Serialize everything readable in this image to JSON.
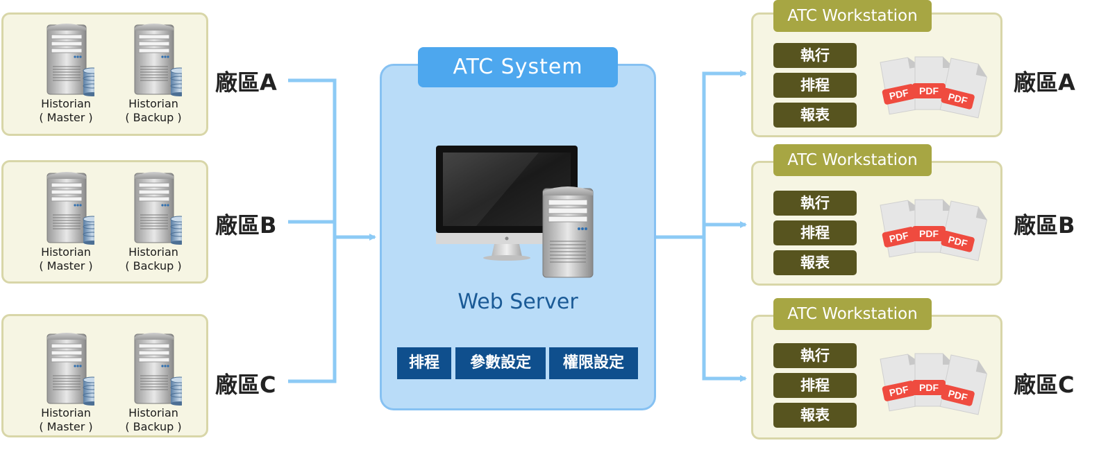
{
  "left_plants": [
    {
      "name": "廠區A",
      "servers": [
        {
          "line1": "Historian",
          "line2": "( Master )"
        },
        {
          "line1": "Historian",
          "line2": "( Backup )"
        }
      ]
    },
    {
      "name": "廠區B",
      "servers": [
        {
          "line1": "Historian",
          "line2": "( Master )"
        },
        {
          "line1": "Historian",
          "line2": "( Backup )"
        }
      ]
    },
    {
      "name": "廠區C",
      "servers": [
        {
          "line1": "Historian",
          "line2": "( Master )"
        },
        {
          "line1": "Historian",
          "line2": "( Backup )"
        }
      ]
    }
  ],
  "system": {
    "title": "ATC  System",
    "server_label": "Web Server",
    "functions": [
      "排程",
      "參數設定",
      "權限設定"
    ]
  },
  "workstations": [
    {
      "title": "ATC Workstation",
      "buttons": [
        "執行",
        "排程",
        "報表"
      ],
      "plant": "廠區A",
      "file_label": "PDF"
    },
    {
      "title": "ATC Workstation",
      "buttons": [
        "執行",
        "排程",
        "報表"
      ],
      "plant": "廠區B",
      "file_label": "PDF"
    },
    {
      "title": "ATC Workstation",
      "buttons": [
        "執行",
        "排程",
        "報表"
      ],
      "plant": "廠區C",
      "file_label": "PDF"
    }
  ],
  "colors": {
    "connector": "#8ccaf5",
    "plant_box_bg": "#f6f5e3",
    "system_bg": "#b9dcf8",
    "system_title_bg": "#4da7ee",
    "function_btn_bg": "#0f4f8d",
    "ws_title_bg": "#a7a643",
    "ws_btn_bg": "#57541f",
    "pdf_red": "#ef4b3f"
  }
}
